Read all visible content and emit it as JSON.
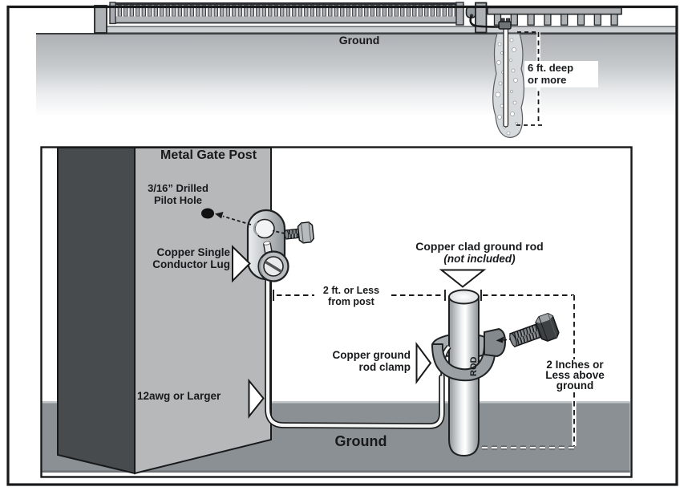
{
  "figure": {
    "top_panel": {
      "ground_label": "Ground",
      "depth_note": {
        "line1": "6 ft. deep",
        "line2": "or more"
      }
    },
    "bottom_panel": {
      "post_title": "Metal Gate Post",
      "pilot_hole": {
        "line1": "3/16” Drilled",
        "line2": "Pilot Hole"
      },
      "lug_label": {
        "line1": "Copper Single",
        "line2": "Conductor Lug"
      },
      "post_distance": {
        "line1": "2 ft. or Less",
        "line2": "from post"
      },
      "rod_label": {
        "line1": "Copper clad ground rod",
        "line2": "(not included)"
      },
      "clamp_label": {
        "line1": "Copper ground",
        "line2": "rod clamp"
      },
      "rod_height": {
        "line1": "2 Inches or",
        "line2": "Less above",
        "line3": "ground"
      },
      "wire_label": "12awg or Larger",
      "ground_label": "Ground",
      "clamp_marking": "ROD"
    },
    "colors": {
      "outline": "#17191b",
      "ground_band": "#8b9094",
      "post_dark_face": "#474b4d",
      "post_light_face": "#b6b8ba",
      "metal_gray": "#aeb2b5"
    }
  }
}
